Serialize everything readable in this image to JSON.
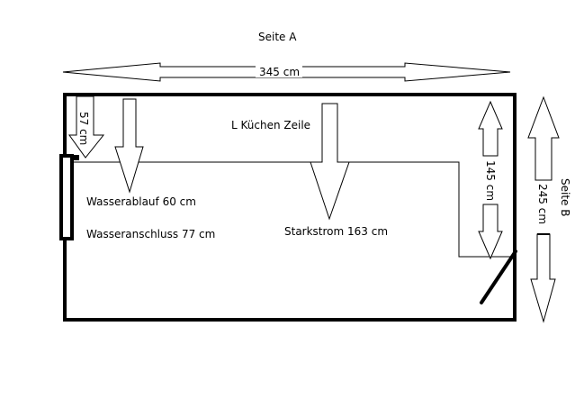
{
  "labels": {
    "side_a": "Seite A",
    "side_b": "Seite B",
    "width": "345 cm",
    "depth": "245 cm",
    "kitchen_depth": "145 cm",
    "offset_57": "57 cm",
    "kitchen": "L Küchen Zeile",
    "water_drain": "Wasserablauf 60 cm",
    "water_supply": "Wasseranschluss 77 cm",
    "power": "Starkstrom 163 cm"
  }
}
